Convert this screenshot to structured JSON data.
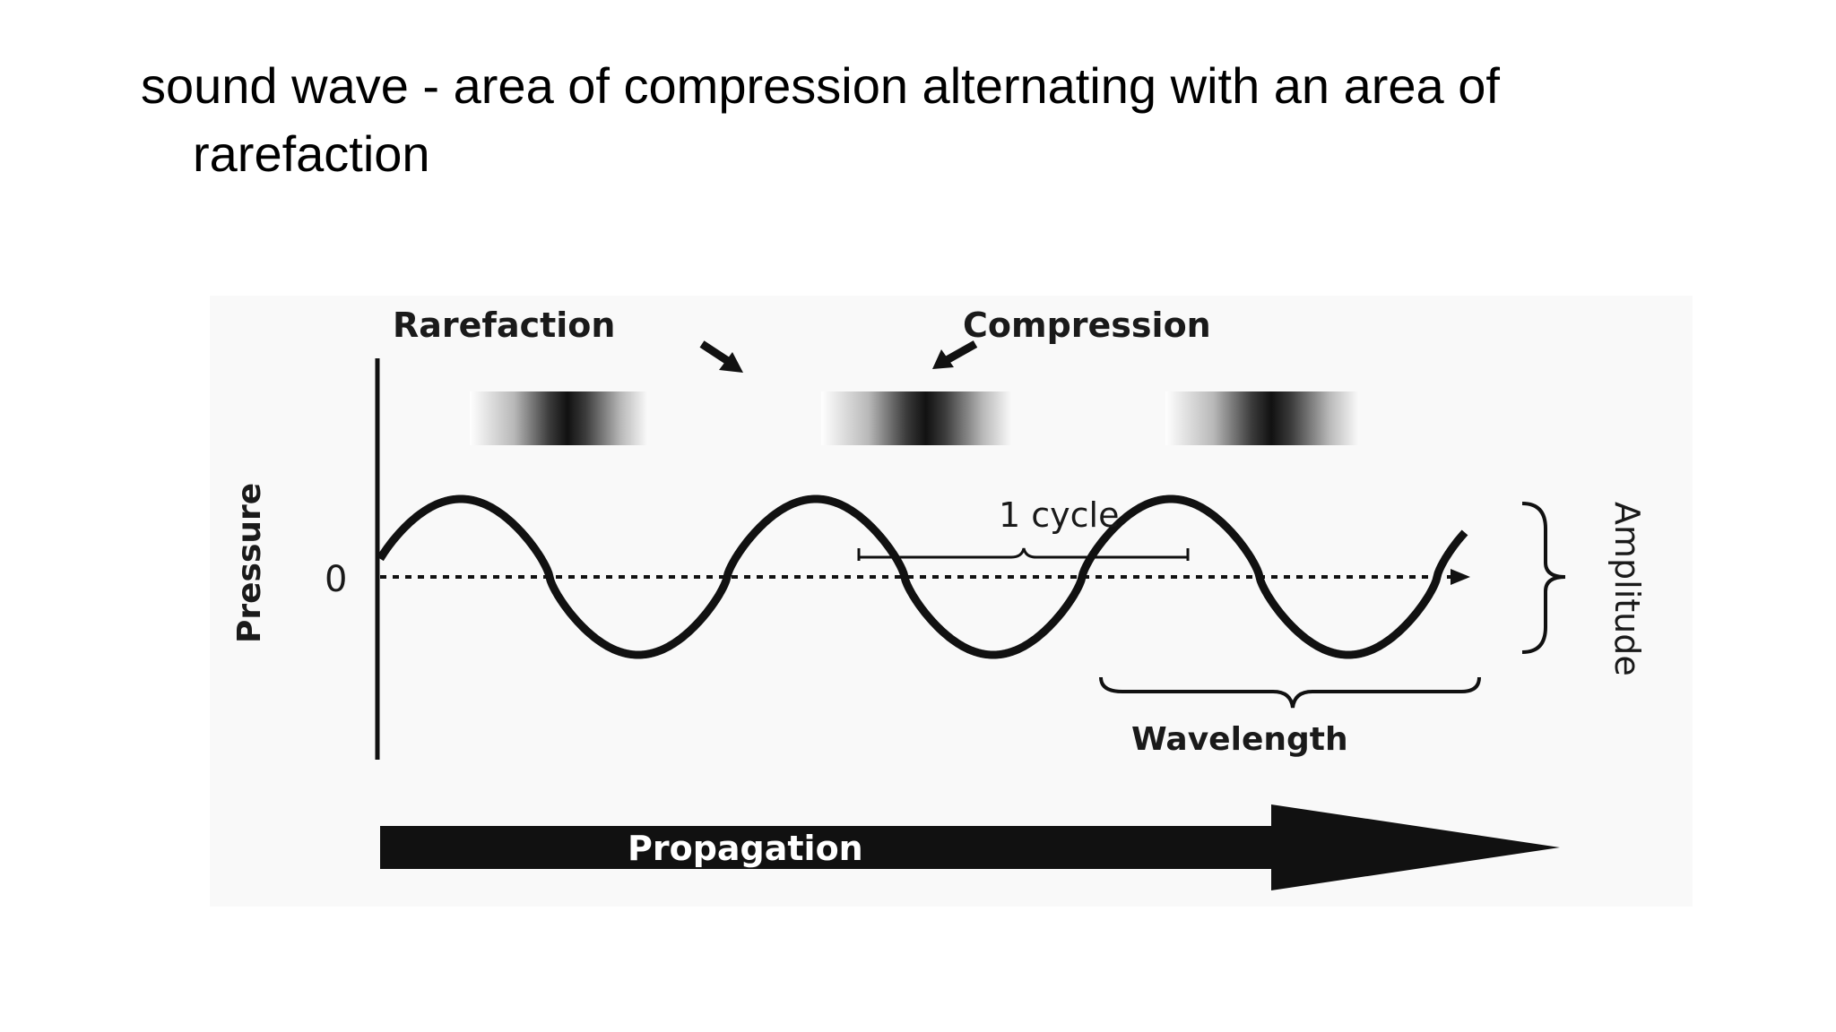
{
  "slide": {
    "text_line1": "sound wave - area of compression alternating with an area of",
    "text_line2": "rarefaction"
  },
  "diagram": {
    "labels": {
      "rarefaction": "Rarefaction",
      "compression": "Compression",
      "pressure": "Pressure",
      "zero": "0",
      "one_cycle": "1 cycle",
      "amplitude": "Amplitude",
      "wavelength": "Wavelength",
      "propagation": "Propagation"
    },
    "colors": {
      "ink": "#111111",
      "background": "#f9f9f9",
      "arrow_text": "#ffffff"
    }
  }
}
